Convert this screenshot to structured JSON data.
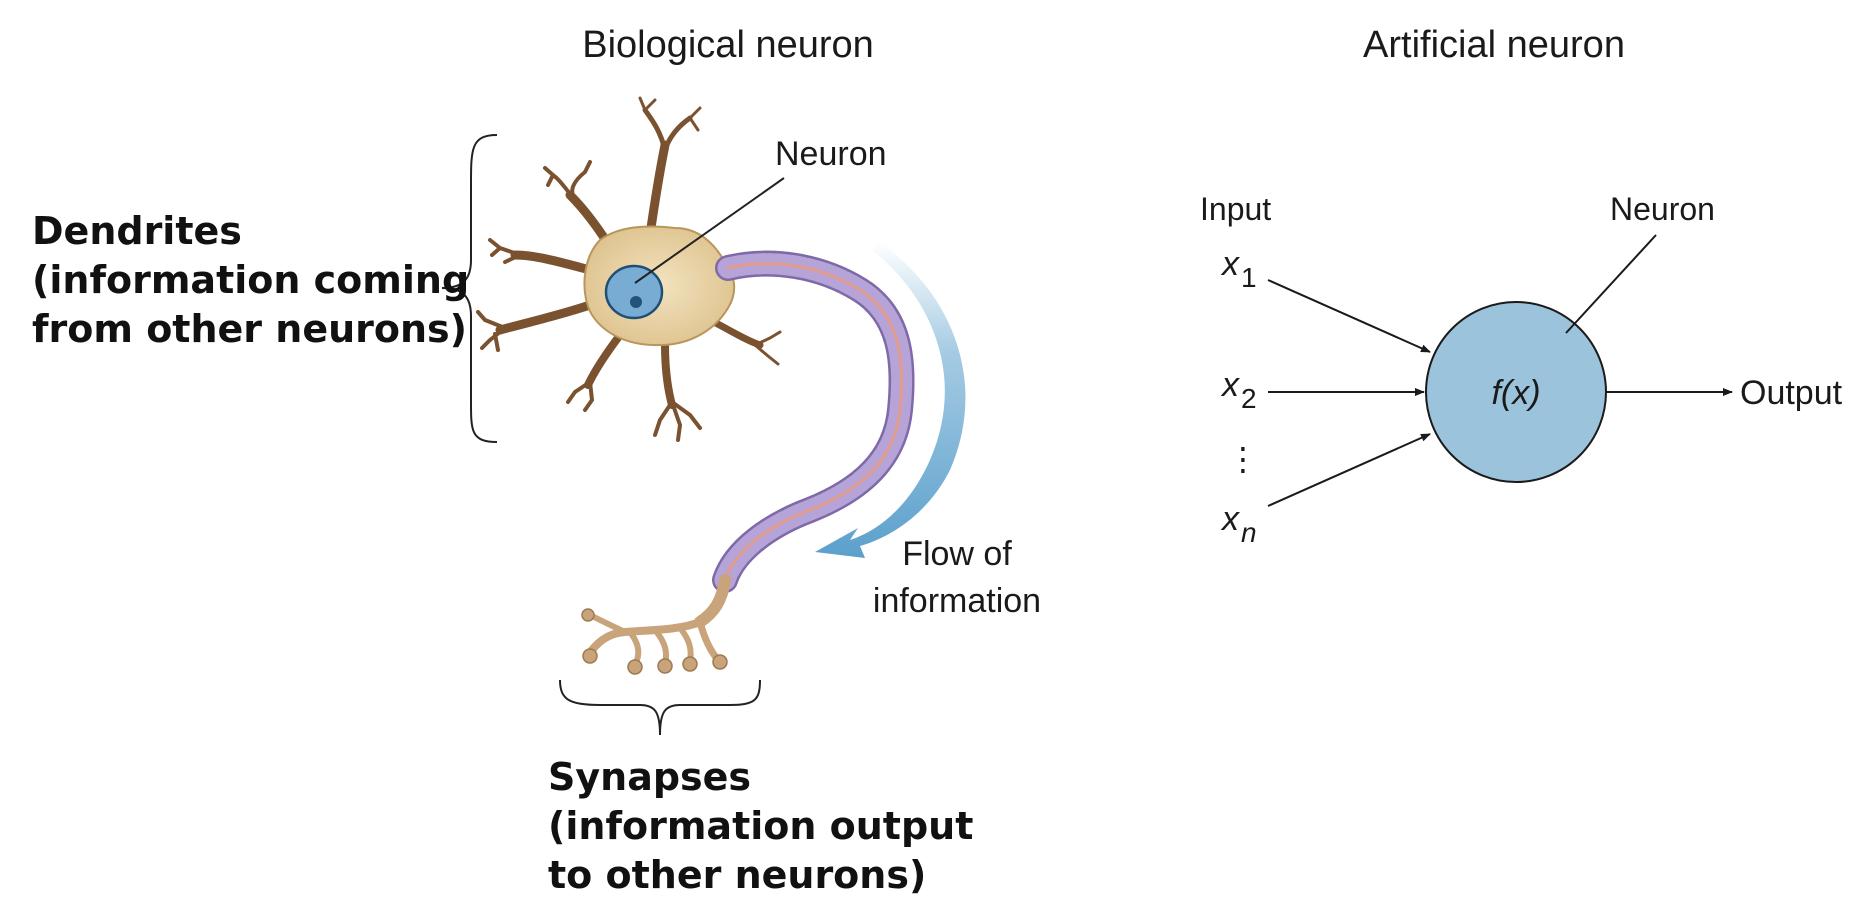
{
  "biological": {
    "title": "Biological neuron",
    "neuron_label": "Neuron",
    "dendrites": {
      "line1": "Dendrites",
      "line2": "(information coming",
      "line3": "from other neurons)"
    },
    "flow": {
      "line1": "Flow of",
      "line2": "information"
    },
    "synapses": {
      "line1": "Synapses",
      "line2": "(information output",
      "line3": "to other neurons)"
    }
  },
  "artificial": {
    "title": "Artificial neuron",
    "input_label": "Input",
    "neuron_label": "Neuron",
    "output_label": "Output",
    "inputs": [
      {
        "base": "x",
        "sub": "1"
      },
      {
        "base": "x",
        "sub": "2"
      },
      {
        "base": "x",
        "sub": "n"
      }
    ],
    "ellipsis": "⋮",
    "function_label": "f(x)"
  },
  "colors": {
    "neuron_fill": "#9cc3dc",
    "soma_fill": "#e8d3a8",
    "dendrite_brown": "#7a5230",
    "axon_fill": "#b6a4d8",
    "axon_core": "#e29a8a",
    "flow_arrow": "#5ba0cc",
    "nucleus_fill": "#78acd2"
  }
}
